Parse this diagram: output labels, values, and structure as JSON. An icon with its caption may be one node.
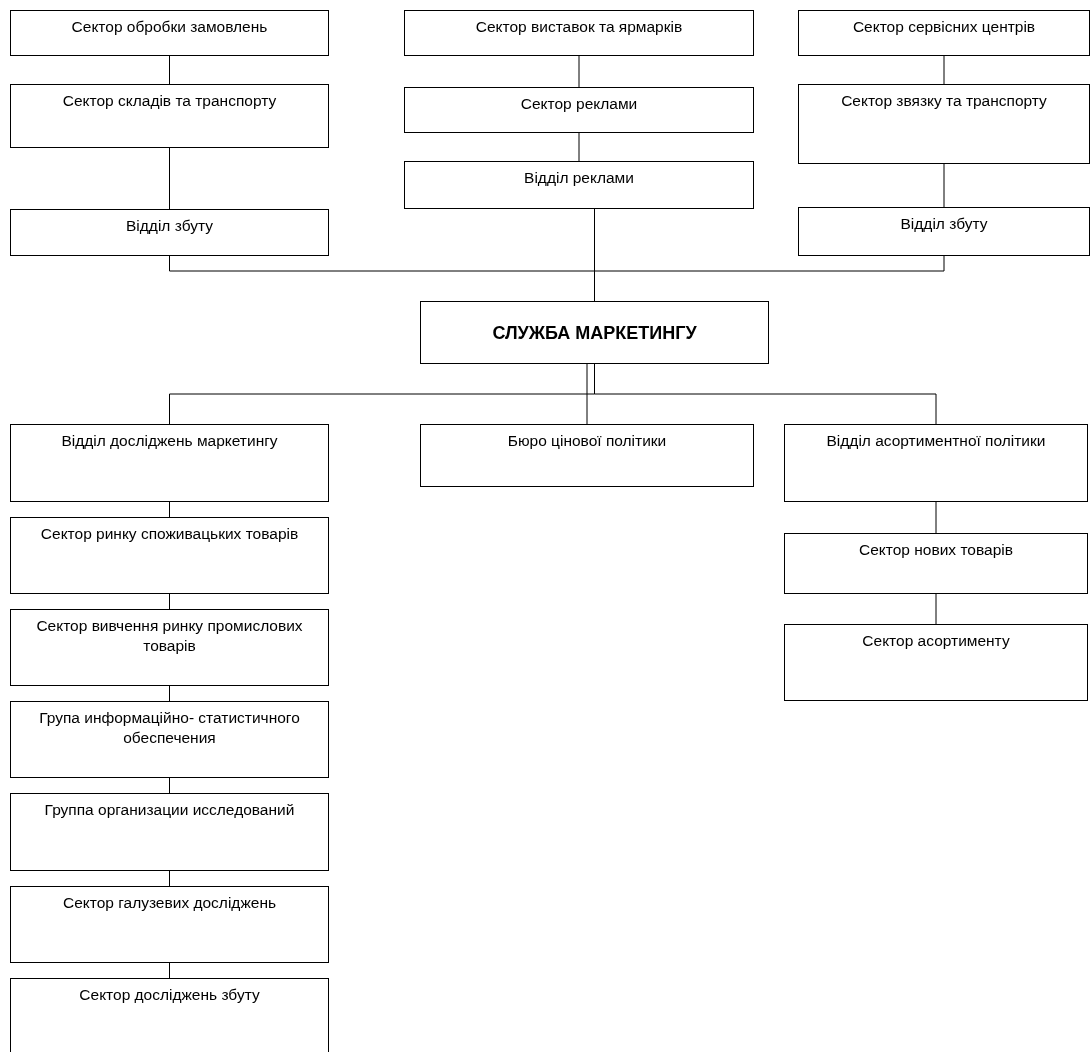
{
  "diagram": {
    "nodes": [
      {
        "text": [
          "Сектор обробки замовлень"
        ]
      },
      {
        "text": [
          "Сектор складів та транспорту"
        ]
      },
      {
        "text": [
          "Відділ збуту"
        ]
      },
      {
        "text": [
          "Сектор виставок та ярмарків"
        ]
      },
      {
        "text": [
          "Сектор реклами"
        ]
      },
      {
        "text": [
          "Відділ реклами"
        ]
      },
      {
        "text": [
          "Сектор сервісних центрів"
        ]
      },
      {
        "text": [
          "Сектор звязку та транспорту"
        ]
      },
      {
        "text": [
          "Відділ збуту"
        ]
      },
      {
        "text": [
          "СЛУЖБА МАРКЕТИНГУ"
        ]
      },
      {
        "text": [
          "Відділ досліджень маркетингу"
        ]
      },
      {
        "text": [
          "Бюро цінової політики"
        ]
      },
      {
        "text": [
          "Відділ асортиментної політики"
        ]
      },
      {
        "text": [
          "Сектор нових товарів"
        ]
      },
      {
        "text": [
          "Сектор асортименту"
        ]
      },
      {
        "text": [
          "Сектор ринку споживацьких товарів"
        ]
      },
      {
        "text": [
          "Сектор вивчення ринку промислових товарів"
        ]
      },
      {
        "text": [
          "Група информаційно- статистичного обеспечения"
        ]
      },
      {
        "text": [
          "Группа организации исследований"
        ]
      },
      {
        "text": [
          "Сектор галузевих досліджень"
        ]
      },
      {
        "text": [
          "Сектор досліджень збуту"
        ]
      }
    ],
    "edges": [
      {
        "from": 0,
        "to": 1,
        "arrow": "none"
      },
      {
        "from": 1,
        "to": 2,
        "arrow": "none"
      },
      {
        "from": 3,
        "to": 4,
        "arrow": "none"
      },
      {
        "from": 4,
        "to": 5,
        "arrow": "none"
      },
      {
        "from": 6,
        "to": 7,
        "arrow": "none"
      },
      {
        "from": 7,
        "to": 8,
        "arrow": "none"
      },
      {
        "from": 2,
        "to": 9,
        "arrow": "none"
      },
      {
        "from": 5,
        "to": 9,
        "arrow": "none"
      },
      {
        "from": 8,
        "to": 9,
        "arrow": "none"
      },
      {
        "from": 9,
        "to": 10,
        "arrow": "none"
      },
      {
        "from": 9,
        "to": 11,
        "arrow": "none"
      },
      {
        "from": 9,
        "to": 12,
        "arrow": "none"
      },
      {
        "from": 12,
        "to": 13,
        "arrow": "none"
      },
      {
        "from": 13,
        "to": 14,
        "arrow": "none"
      },
      {
        "from": 10,
        "to": 15,
        "arrow": "none"
      },
      {
        "from": 15,
        "to": 16,
        "arrow": "none"
      },
      {
        "from": 16,
        "to": 17,
        "arrow": "none"
      },
      {
        "from": 17,
        "to": 18,
        "arrow": "none"
      },
      {
        "from": 18,
        "to": 19,
        "arrow": "none"
      },
      {
        "from": 19,
        "to": 20,
        "arrow": "none"
      }
    ]
  }
}
